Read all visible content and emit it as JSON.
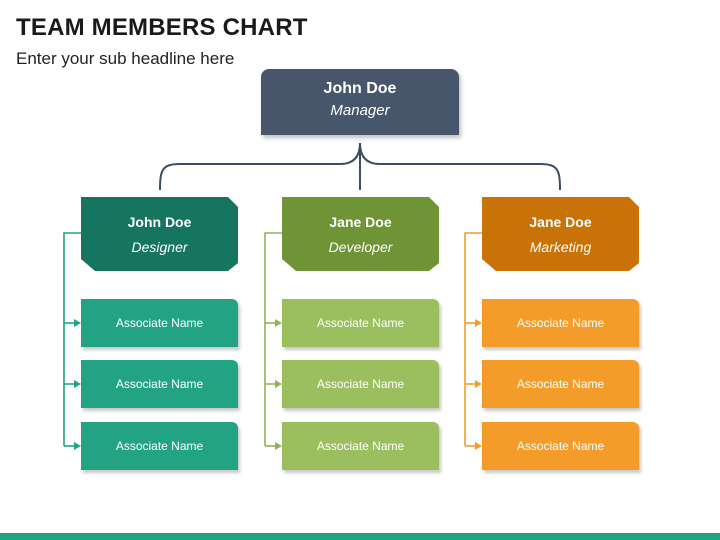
{
  "title": "TEAM MEMBERS CHART",
  "subtitle": "Enter your sub headline here",
  "manager": {
    "name": "John Doe",
    "role": "Manager"
  },
  "colors": {
    "manager": "#47566b",
    "connector": "#3d4d63",
    "bottom_bar": "#22a384",
    "teams": [
      {
        "head": "#15755e",
        "item": "#22a384",
        "line": "#22a384"
      },
      {
        "head": "#6f9436",
        "item": "#9bbf5f",
        "line": "#8fb454"
      },
      {
        "head": "#c97208",
        "item": "#f39c2a",
        "line": "#f39c2a"
      }
    ]
  },
  "teams": [
    {
      "name": "John Doe",
      "role": "Designer",
      "associates": [
        "Associate Name",
        "Associate Name",
        "Associate Name"
      ]
    },
    {
      "name": "Jane Doe",
      "role": "Developer",
      "associates": [
        "Associate Name",
        "Associate Name",
        "Associate Name"
      ]
    },
    {
      "name": "Jane Doe",
      "role": "Marketing",
      "associates": [
        "Associate Name",
        "Associate Name",
        "Associate Name"
      ]
    }
  ]
}
